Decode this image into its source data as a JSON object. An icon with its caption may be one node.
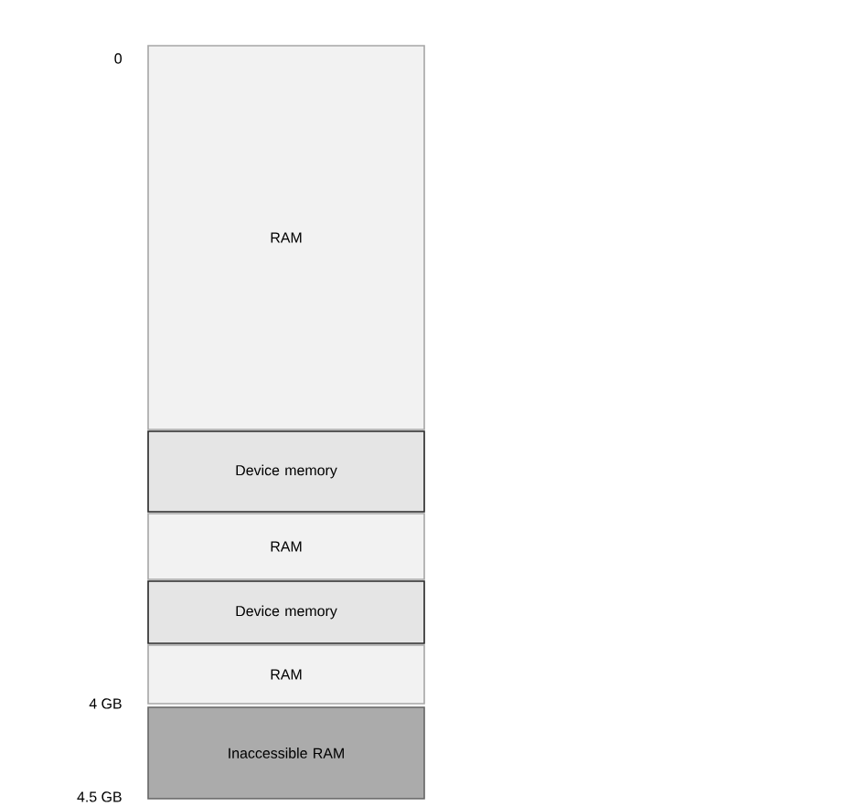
{
  "diagram": {
    "nodes": [
      {
        "text": [
          "RAM"
        ]
      },
      {
        "text": [
          "Device memory"
        ]
      },
      {
        "text": [
          "RAM"
        ]
      },
      {
        "text": [
          "Device memory"
        ]
      },
      {
        "text": [
          "RAM"
        ]
      },
      {
        "text": [
          "Inaccessible RAM"
        ]
      }
    ],
    "labels": [
      "0",
      "4 GB",
      "4.5 GB"
    ]
  }
}
